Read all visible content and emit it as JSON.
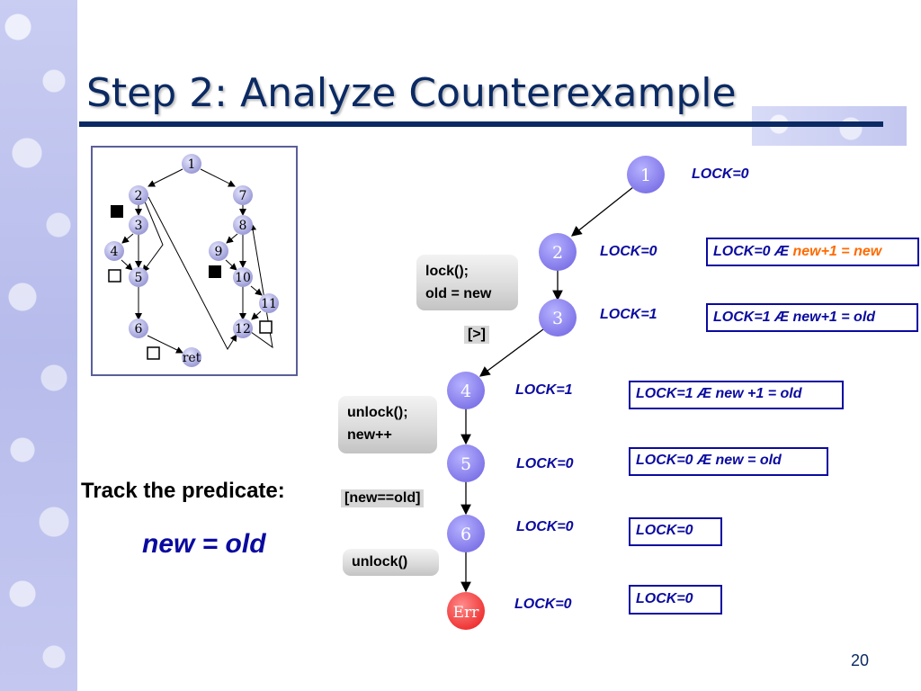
{
  "title": "Step 2: Analyze Counterexample",
  "cfg": {
    "nodes": [
      "1",
      "2",
      "3",
      "4",
      "5",
      "6",
      "7",
      "8",
      "9",
      "10",
      "11",
      "12",
      "ret"
    ]
  },
  "trace": {
    "nodes": [
      "1",
      "2",
      "3",
      "4",
      "5",
      "6",
      "Err"
    ],
    "lock_states": [
      "LOCK=0",
      "LOCK=0",
      "LOCK=1",
      "LOCK=1",
      "LOCK=0",
      "LOCK=0",
      "LOCK=0"
    ]
  },
  "code_blocks": {
    "block1": [
      "lock();",
      "old = new"
    ],
    "block2": [
      "unlock();",
      "new++"
    ],
    "block3": [
      "unlock()"
    ]
  },
  "guards": {
    "g1": "[>]",
    "g2": "[new==old]"
  },
  "predicates": {
    "p2_lock": "LOCK=0 Æ",
    "p2_expr": "new+1 = new",
    "p3": "LOCK=1 Æ new+1 = old",
    "p4": "LOCK=1 Æ new +1 = old",
    "p5": "LOCK=0 Æ new = old",
    "p6": "LOCK=0",
    "perr": "LOCK=0"
  },
  "track_label": "Track the predicate:",
  "track_predicate": "new = old",
  "page_number": "20"
}
